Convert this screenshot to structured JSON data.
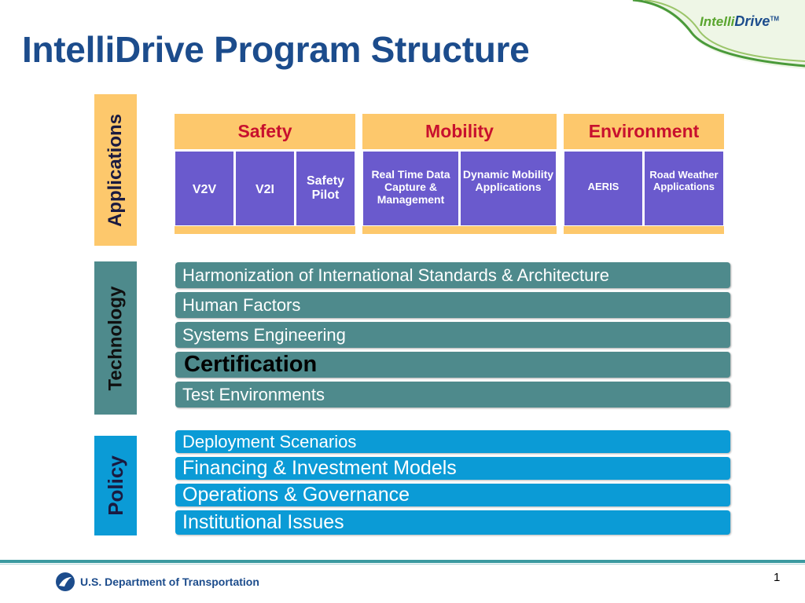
{
  "title": "IntelliDrive Program Structure",
  "logo": {
    "part1": "Intelli",
    "part2": "Drive",
    "tm": "TM"
  },
  "sections": {
    "applications": "Applications",
    "technology": "Technology",
    "policy": "Policy"
  },
  "applications": {
    "categories": [
      {
        "name": "Safety",
        "items": [
          "V2V",
          "V2I",
          "Safety Pilot"
        ]
      },
      {
        "name": "Mobility",
        "items": [
          "Real Time Data Capture & Management",
          "Dynamic Mobility Applications"
        ]
      },
      {
        "name": "Environment",
        "items": [
          "AERIS",
          "Road Weather Applications"
        ]
      }
    ]
  },
  "technology": {
    "items": [
      "Harmonization of International Standards & Architecture",
      "Human Factors",
      "Systems Engineering",
      "Certification",
      "Test Environments"
    ]
  },
  "policy": {
    "items": [
      "Deployment Scenarios",
      "Financing & Investment Models",
      "Operations & Governance",
      "Institutional Issues"
    ]
  },
  "footer": {
    "department": "U.S. Department of Transportation",
    "slide_number": "1"
  },
  "colors": {
    "title": "#1c4c8c",
    "app_header": "#fdc86c",
    "app_box": "#6a5acd",
    "technology_bar": "#4e8a8c",
    "policy_bar": "#0b9bd6",
    "category_text": "#c8102e"
  }
}
